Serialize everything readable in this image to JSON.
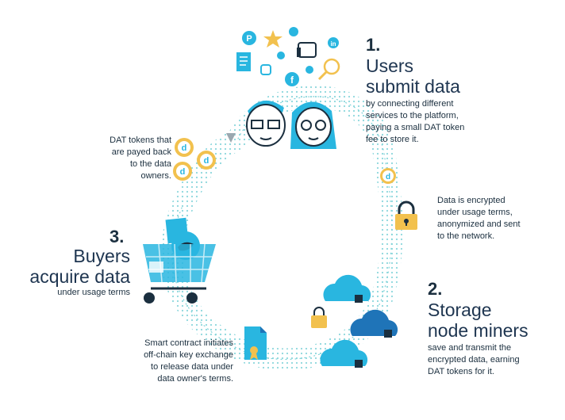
{
  "steps": [
    {
      "number": "1.",
      "title_line1": "Users",
      "title_line2": "submit data",
      "description": "by connecting different services to the platform, paying a small DAT token fee to store it."
    },
    {
      "number": "2.",
      "title_line1": "Storage",
      "title_line2": "node miners",
      "description": "save and transmit the encrypted data, earning DAT tokens for it."
    },
    {
      "number": "3.",
      "title_line1": "Buyers",
      "title_line2": "acquire data",
      "description": "under usage terms"
    }
  ],
  "annotations": {
    "tokens_payback": "DAT tokens that are payed back to the data owners.",
    "encrypted": "Data is encrypted under usage terms, anonymized and sent to the network.",
    "smart_contract": "Smart contract initiates off-chain key exchange to release data under data owner's terms."
  },
  "token_glyph": "d",
  "colors": {
    "accent": "#29b6e0",
    "gold": "#f2c14e",
    "navy": "#1b2f3f",
    "dot": "#7fd3d8"
  },
  "icons": [
    "pinterest-icon",
    "star-icon",
    "twitter-icon",
    "thumbs-up-icon",
    "linkedin-icon",
    "yahoo-icon",
    "document-icon",
    "instagram-icon",
    "facebook-icon",
    "skype-icon",
    "magnifier-icon"
  ]
}
